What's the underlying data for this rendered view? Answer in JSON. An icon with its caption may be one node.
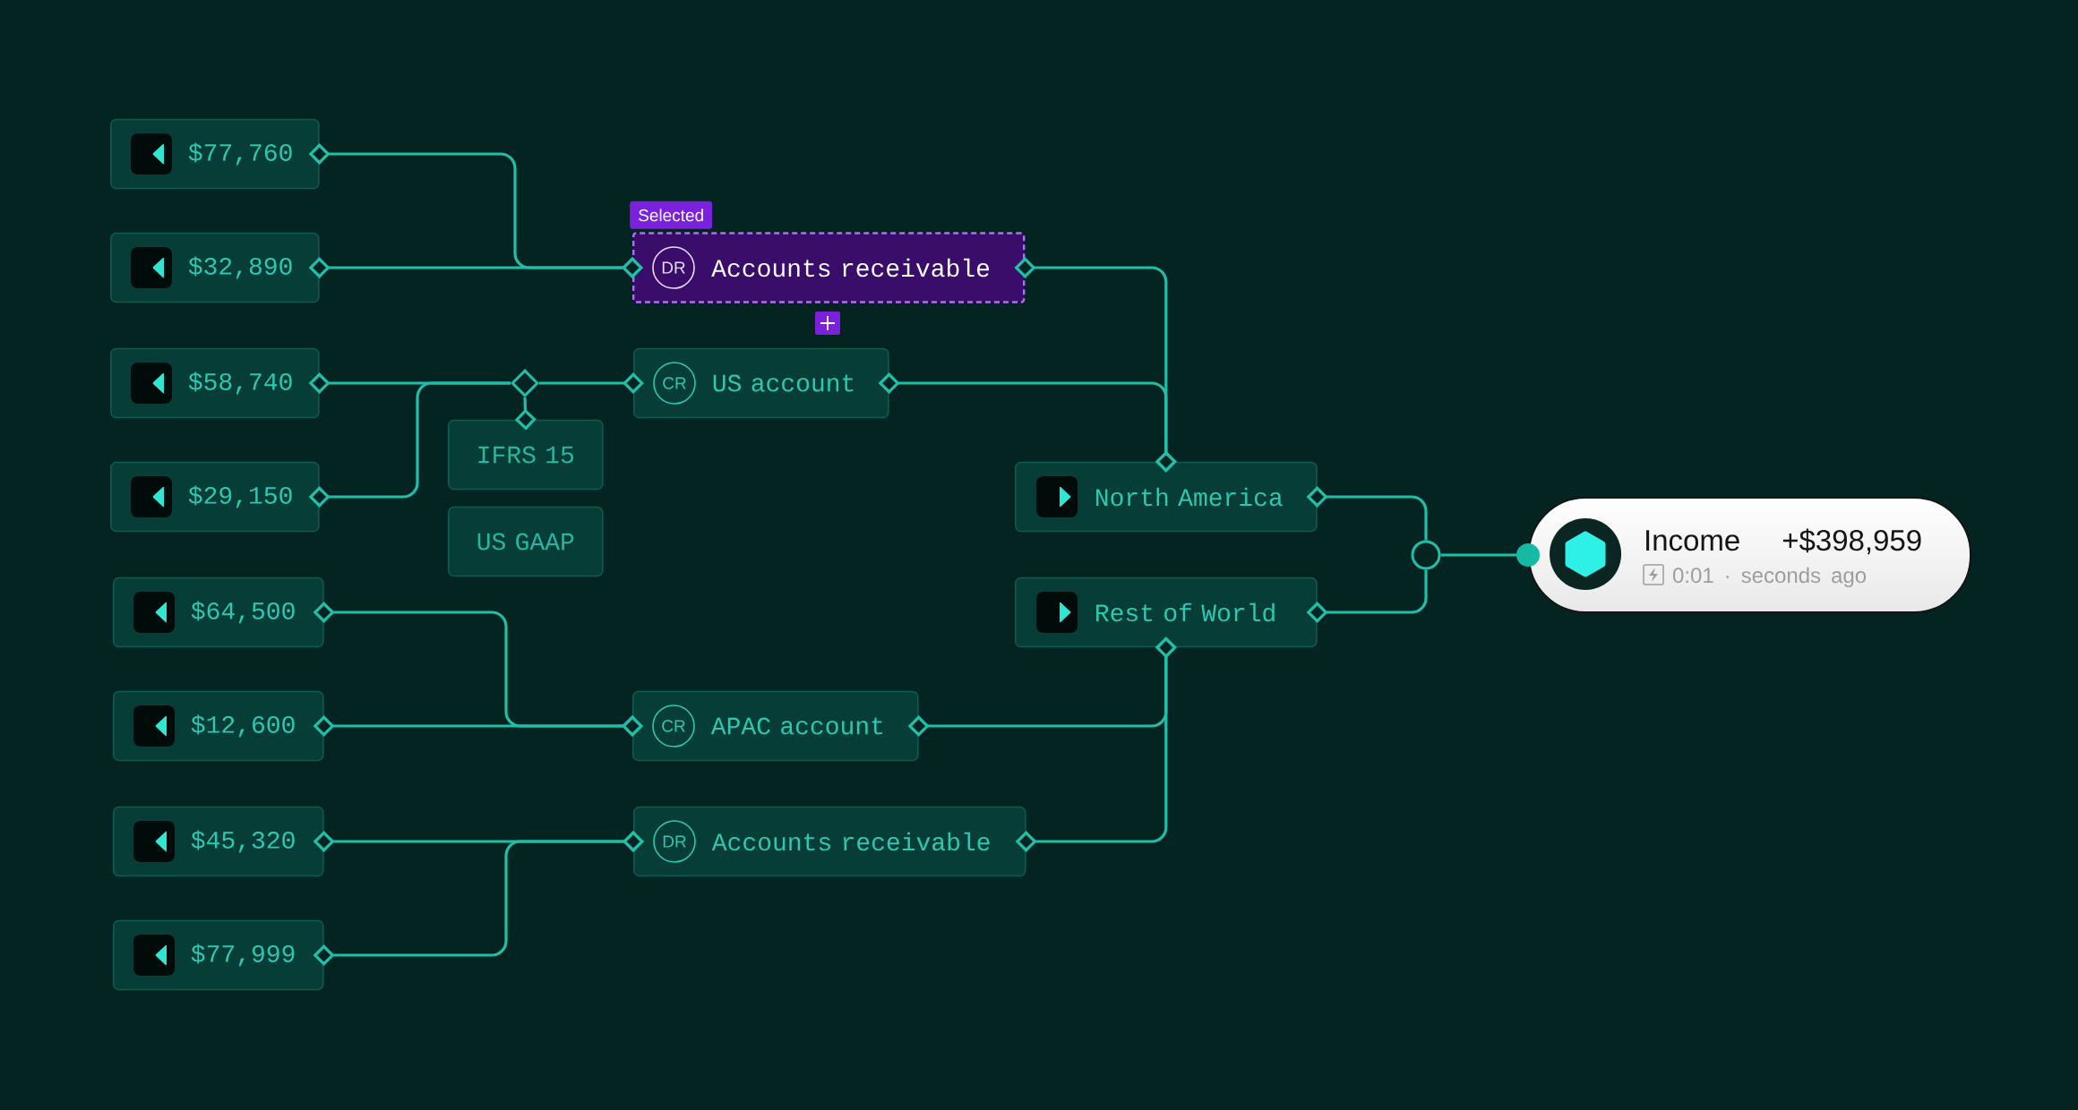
{
  "diagram": {
    "nodes": [
      {
        "text": [
          "$77,760"
        ]
      },
      {
        "text": [
          "$32,890"
        ]
      },
      {
        "text": [
          "$58,740"
        ]
      },
      {
        "text": [
          "$29,150"
        ]
      },
      {
        "text": [
          "$64,500"
        ]
      },
      {
        "text": [
          "$12,600"
        ]
      },
      {
        "text": [
          "$45,320"
        ]
      },
      {
        "text": [
          "$77,999"
        ]
      },
      {
        "text": [
          "DR",
          "Accounts receivable"
        ],
        "beside": [
          "Selected"
        ]
      },
      {
        "text": [],
        "shape": "diamond"
      },
      {
        "text": [
          "CR",
          "US account"
        ]
      },
      {
        "text": [
          "IFRS 15"
        ]
      },
      {
        "text": [
          "US GAAP"
        ]
      },
      {
        "text": [
          "CR",
          "APAC account"
        ]
      },
      {
        "text": [
          "DR",
          "Accounts receivable"
        ]
      },
      {
        "text": [
          "North America"
        ]
      },
      {
        "text": [
          "Rest of World"
        ]
      },
      {
        "text": [],
        "shape": "circle"
      },
      {
        "text": [
          "Income",
          "+$398,959",
          "0:01 · seconds ago"
        ]
      }
    ],
    "edges": [
      {
        "from": 0,
        "to": 8,
        "arrow": "other"
      },
      {
        "from": 1,
        "to": 8,
        "arrow": "other"
      },
      {
        "from": 2,
        "to": 9,
        "arrow": "other"
      },
      {
        "from": 3,
        "to": 9,
        "arrow": "other"
      },
      {
        "from": 11,
        "to": 9,
        "arrow": "other"
      },
      {
        "from": 9,
        "to": 10,
        "arrow": "other"
      },
      {
        "from": 8,
        "to": 15,
        "arrow": "other"
      },
      {
        "from": 10,
        "to": 15,
        "arrow": "other"
      },
      {
        "from": 4,
        "to": 13,
        "arrow": "other"
      },
      {
        "from": 5,
        "to": 13,
        "arrow": "other"
      },
      {
        "from": 6,
        "to": 14,
        "arrow": "other"
      },
      {
        "from": 7,
        "to": 14,
        "arrow": "other"
      },
      {
        "from": 13,
        "to": 16,
        "arrow": "other"
      },
      {
        "from": 14,
        "to": 16,
        "arrow": "other"
      },
      {
        "from": 15,
        "to": 17,
        "arrow": "other"
      },
      {
        "from": 16,
        "to": 17,
        "arrow": "other"
      },
      {
        "from": 17,
        "to": 18,
        "arrow": "other"
      }
    ]
  }
}
